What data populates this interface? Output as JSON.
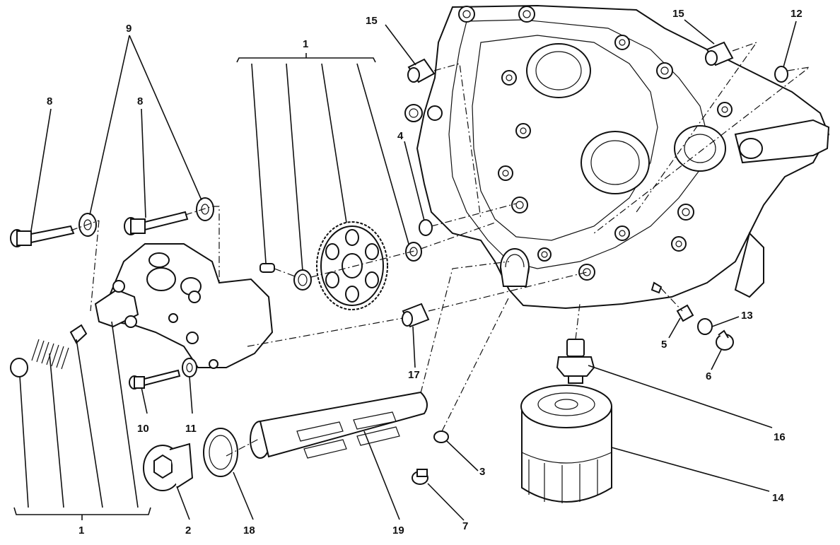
{
  "callouts": {
    "c1_top": "1",
    "c1_bottom": "1",
    "c2": "2",
    "c3": "3",
    "c4": "4",
    "c5": "5",
    "c6": "6",
    "c7": "7",
    "c8a": "8",
    "c8b": "8",
    "c9": "9",
    "c10": "10",
    "c11": "11",
    "c12": "12",
    "c13": "13",
    "c14": "14",
    "c15a": "15",
    "c15b": "15",
    "c16": "16",
    "c17": "17",
    "c18": "18",
    "c19": "19"
  }
}
